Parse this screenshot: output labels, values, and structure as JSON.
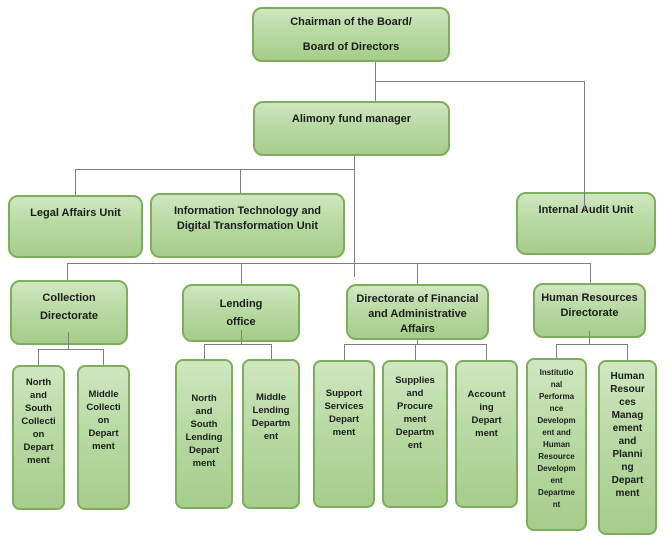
{
  "title": "Organizational chart",
  "palette": {
    "box_fill_top": "#cfe7c0",
    "box_fill_bottom": "#a6cd8b",
    "box_border": "#7cae5d",
    "connector": "#7f7f7f",
    "text": "#1c1c1c",
    "background": "#ffffff"
  },
  "nodes": {
    "chairman": {
      "label": "Chairman of the Board/\n\nBoard of Directors"
    },
    "alimony": {
      "label": "Alimony fund manager"
    },
    "legal": {
      "label": "Legal Affairs Unit"
    },
    "it": {
      "label": "Information Technology and\nDigital Transformation Unit"
    },
    "audit": {
      "label": "Internal Audit Unit"
    },
    "collection": {
      "label": "Collection\nDirectorate"
    },
    "lending": {
      "label": "Lending\noffice"
    },
    "financial": {
      "label": "Directorate of Financial\nand Administrative\nAffairs"
    },
    "hr": {
      "label": "Human Resources\nDirectorate"
    },
    "ns_collection": {
      "label": "North\nand\nSouth\nCollecti\non\nDepart\nment"
    },
    "middle_collection": {
      "label": "Middle\nCollecti\non\nDepart\nment"
    },
    "ns_lending": {
      "label": "North\nand\nSouth\nLending\nDepart\nment"
    },
    "middle_lending": {
      "label": "Middle\nLending\nDepartm\nent"
    },
    "support": {
      "label": "Support\nServices\nDepart\nment"
    },
    "supplies": {
      "label": "Supplies\nand\nProcure\nment\nDepartm\nent"
    },
    "accounting": {
      "label": "Account\ning\nDepart\nment"
    },
    "inst_dev": {
      "label": "Institutio\nnal\nPerforma\nnce\nDevelopm\nent and\nHuman\nResource\nDevelopm\nent\nDepartme\nnt"
    },
    "hr_mgmt": {
      "label": "Human\nResour\nces\nManag\nement\nand\nPlanni\nng\nDepart\nment"
    }
  },
  "structure": {
    "chairman": [
      "alimony",
      "audit"
    ],
    "alimony": [
      "legal",
      "it",
      "collection",
      "lending",
      "financial",
      "hr"
    ],
    "collection": [
      "ns_collection",
      "middle_collection"
    ],
    "lending": [
      "ns_lending",
      "middle_lending"
    ],
    "financial": [
      "support",
      "supplies",
      "accounting"
    ],
    "hr": [
      "inst_dev",
      "hr_mgmt"
    ]
  }
}
